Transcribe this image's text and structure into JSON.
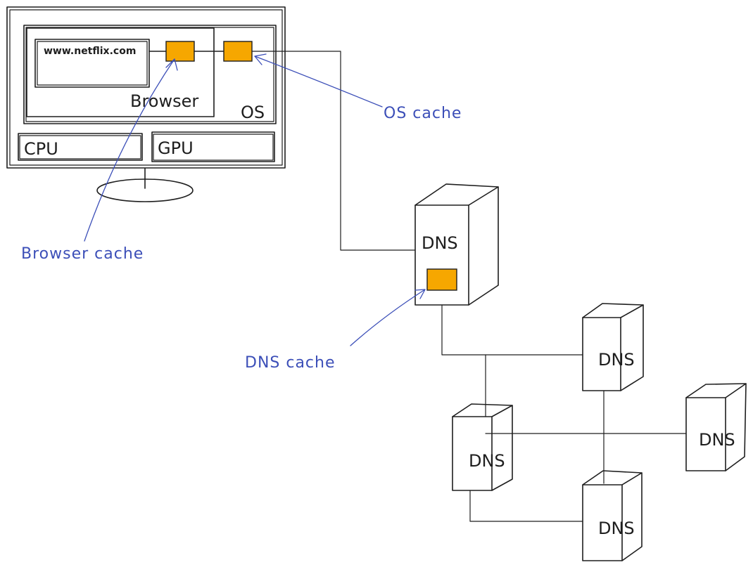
{
  "colors": {
    "ink": "#1e1e1e",
    "annotation": "#3c4fb8",
    "cache": "#f6a700",
    "background": "#ffffff"
  },
  "computer": {
    "url_text": "www.netflix.com",
    "browser_label": "Browser",
    "os_label": "OS",
    "cpu_label": "CPU",
    "gpu_label": "GPU"
  },
  "annotations": {
    "browser_cache": "Browser cache",
    "os_cache": "OS cache",
    "dns_cache": "DNS cache"
  },
  "servers": [
    {
      "id": "dns-primary",
      "label": "DNS"
    },
    {
      "id": "dns-right-top",
      "label": "DNS"
    },
    {
      "id": "dns-middle",
      "label": "DNS"
    },
    {
      "id": "dns-far-right",
      "label": "DNS"
    },
    {
      "id": "dns-bottom",
      "label": "DNS"
    }
  ]
}
